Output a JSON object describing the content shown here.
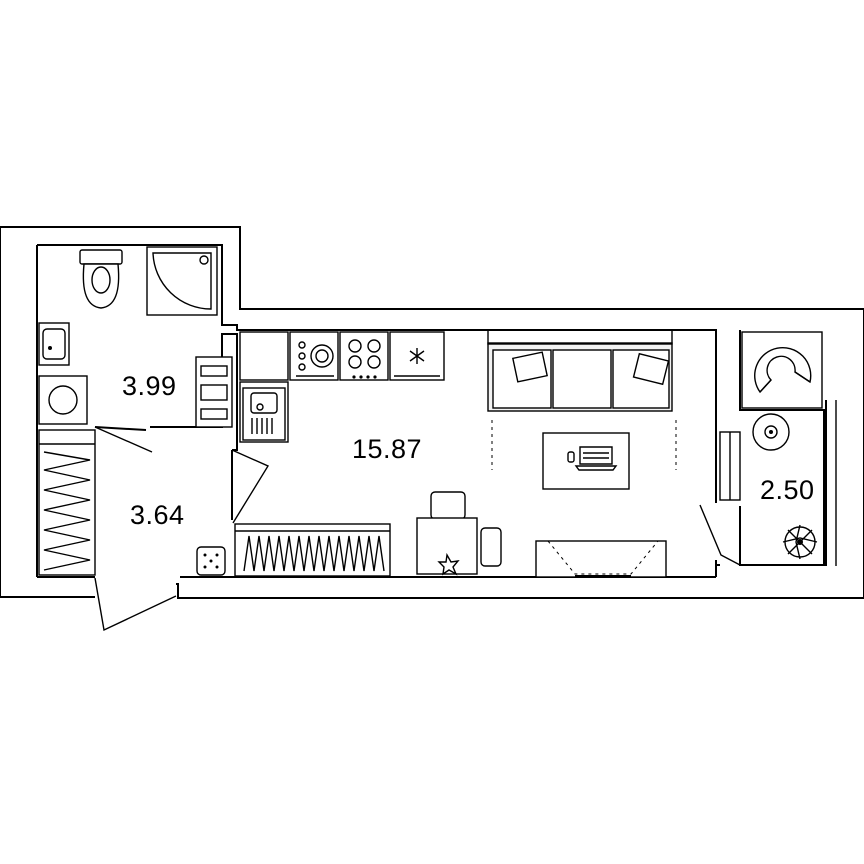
{
  "rooms": {
    "bathroom": {
      "area": "3.99"
    },
    "hallway": {
      "area": "3.64"
    },
    "living": {
      "area": "15.87"
    },
    "balcony": {
      "area": "2.50"
    }
  },
  "colors": {
    "background": "#ffffff",
    "line": "#000000",
    "fill_soft": "#f2f2f2"
  }
}
